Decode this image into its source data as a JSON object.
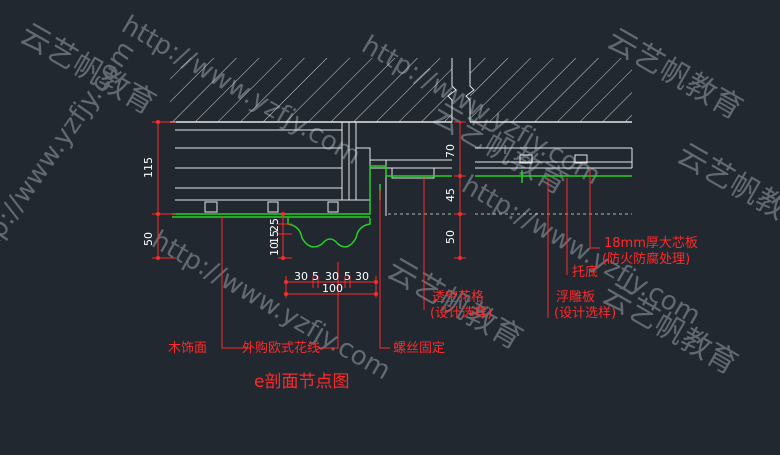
{
  "colors": {
    "background": "#212830",
    "line_white": "#e6e6e6",
    "dimension_red": "#ff2a2a",
    "profile_green": "#27d027",
    "label_white": "#ffffff",
    "watermark": "#9aa0a8"
  },
  "dimensions": {
    "vertical_left": [
      "115",
      "50"
    ],
    "molding_height": [
      "10",
      "15",
      "25"
    ],
    "horizontal_segments": [
      "30",
      "5",
      "30",
      "5",
      "30"
    ],
    "total_width": "100",
    "vertical_mid": [
      "70",
      "45",
      "50"
    ]
  },
  "labels": {
    "wood_finish": "木饰面",
    "european_molding": "外购欧式花线",
    "screw_fixing": "螺丝固定",
    "openwork_grille": "透空花格",
    "openwork_grille_note": "(设计选样)",
    "relief_board": "浮雕板",
    "relief_board_note": "(设计选样)",
    "bracket": "托底",
    "core_board": "18mm厚大芯板",
    "core_board_note": "(防火防腐处理)"
  },
  "title": "e剖面节点图",
  "watermarks": [
    "http://www.yzfjy.com",
    "云艺帆教育",
    "http://www.yzfjy.com",
    "云艺帆教育",
    "http://www.yzfjy.com",
    "云艺帆教育",
    "云艺帆教育",
    "http://www.yzfjy.com",
    "云艺帆教育",
    "http://www.yzfjy.com",
    "云艺帆教育"
  ]
}
